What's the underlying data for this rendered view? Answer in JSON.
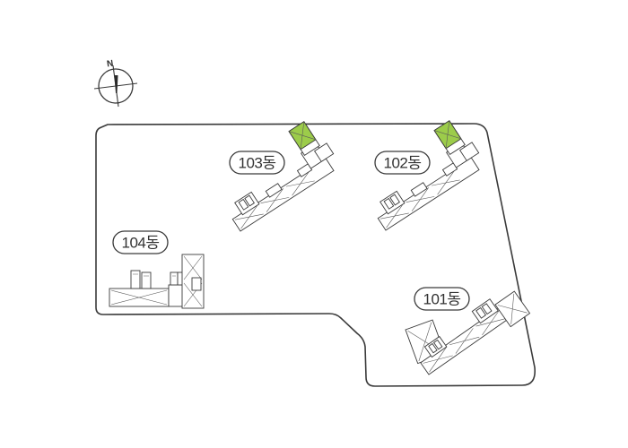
{
  "compass": {
    "north_label": "N",
    "icon": "compass-rose-icon"
  },
  "colors": {
    "outline": "#3a3a3a",
    "highlight": "#9ccc4a",
    "background": "#ffffff"
  },
  "buildings": [
    {
      "id": "103",
      "label": "103동",
      "highlighted": true
    },
    {
      "id": "102",
      "label": "102동",
      "highlighted": true
    },
    {
      "id": "104",
      "label": "104동",
      "highlighted": false
    },
    {
      "id": "101",
      "label": "101동",
      "highlighted": false
    }
  ]
}
